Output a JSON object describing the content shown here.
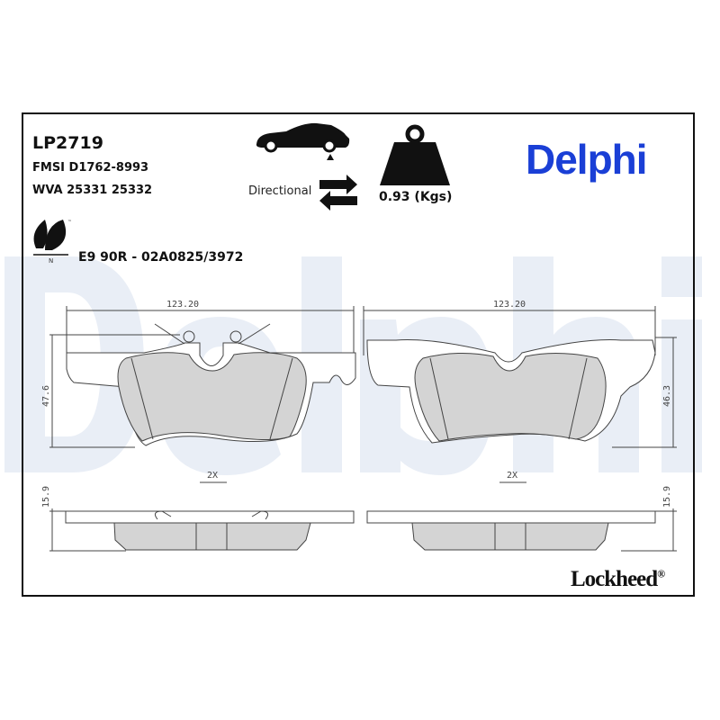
{
  "header": {
    "part_number": "LP2719",
    "fmsi": "FMSI D1762-8993",
    "wva": "WVA 25331 25332",
    "directional_label": "Directional",
    "weight": "0.93 (Kgs)",
    "approval": "E9 90R - 02A0825/3972",
    "eco_mark": "N",
    "eco_tm": "™"
  },
  "brand": {
    "name": "Delphi",
    "color": "#1a3fd6",
    "watermark": "Delphi",
    "sub_brand": "Lockheed",
    "registered": "®"
  },
  "icons": [
    "car-rear-axle-icon",
    "direction-arrows-icon",
    "weight-icon",
    "eco-leaves-icon"
  ],
  "drawing": {
    "width_label_left": "123.20",
    "width_label_right": "123.20",
    "height_label_left": "47.6",
    "height_label_right": "46.3",
    "quantity_left": "2X",
    "quantity_right": "2X",
    "thickness_left": "15.9",
    "thickness_right": "15.9",
    "pad_color": "#d4d4d4"
  }
}
